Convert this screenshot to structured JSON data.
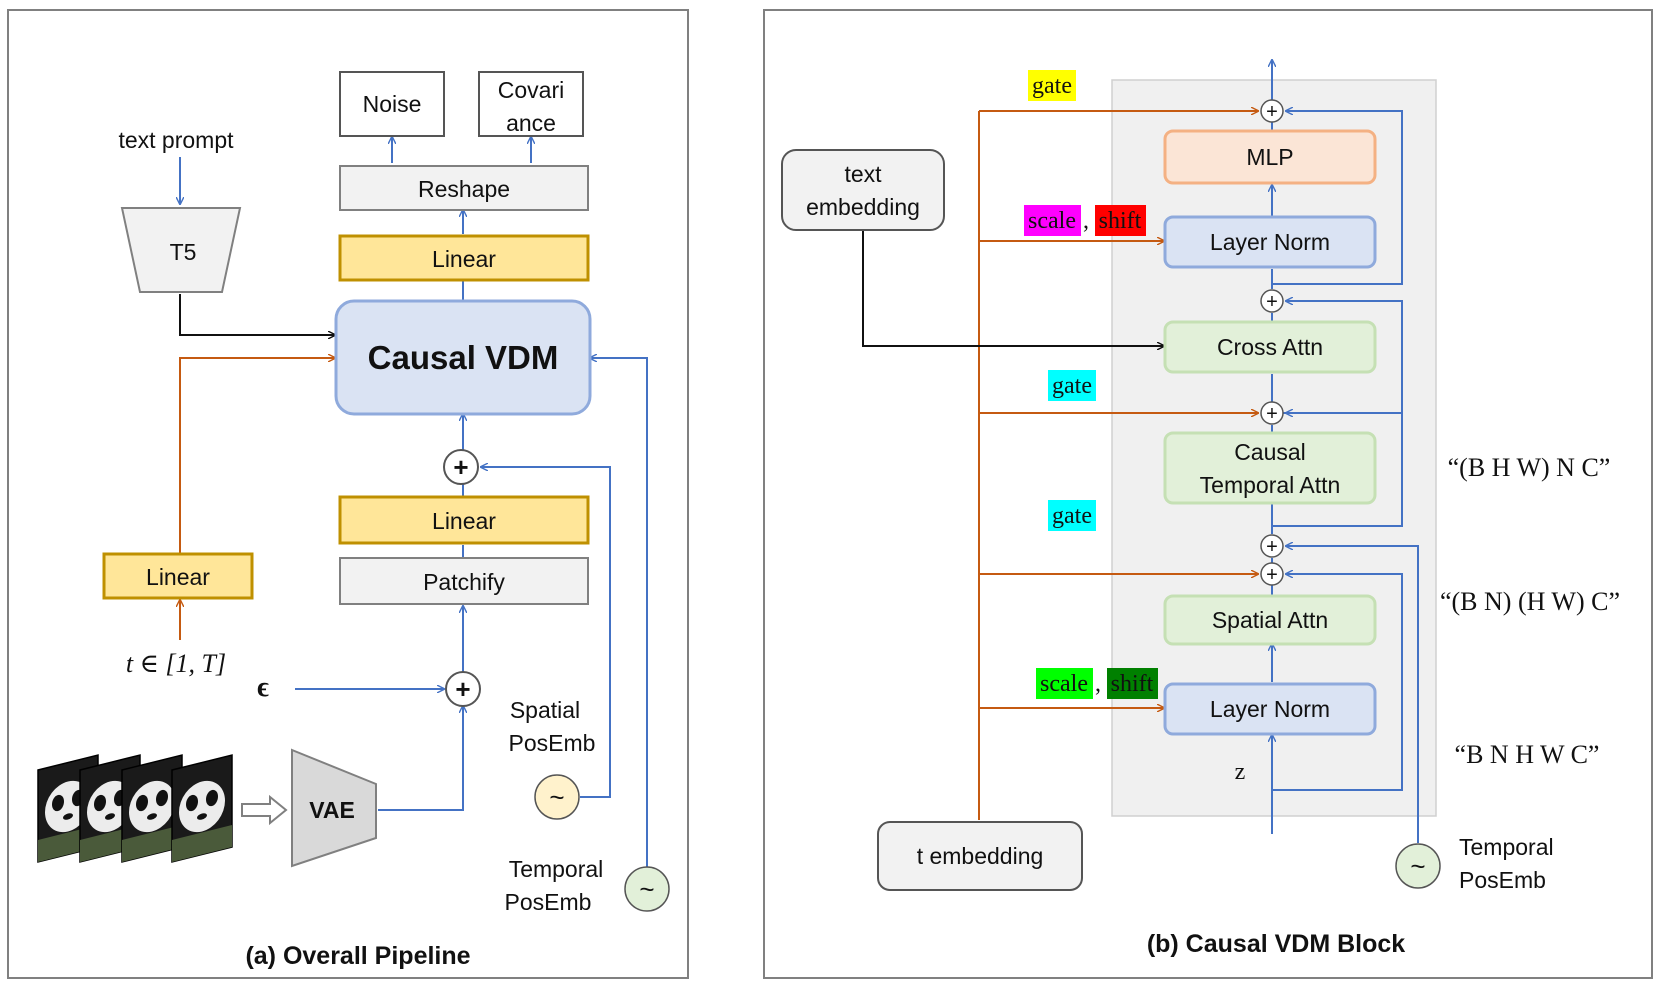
{
  "panel_a": {
    "caption": "(a) Overall Pipeline",
    "text_prompt": "text prompt",
    "t5": "T5",
    "noise": "Noise",
    "covariance_line1": "Covari",
    "covariance_line2": "ance",
    "reshape": "Reshape",
    "linear_top": "Linear",
    "causal_vdm": "Causal VDM",
    "linear_mid": "Linear",
    "patchify": "Patchify",
    "linear_left": "Linear",
    "t_range": "t ∈ [1, T]",
    "epsilon": "ϵ",
    "vae": "VAE",
    "spatial_posemb_line1": "Spatial",
    "spatial_posemb_line2": "PosEmb",
    "temporal_posemb_line1": "Temporal",
    "temporal_posemb_line2": "PosEmb",
    "plus": "+",
    "tilde": "~",
    "colors": {
      "orange_arrow": "#c55a11",
      "blue_arrow": "#4472c4",
      "linear_fill": "#ffe699",
      "linear_border": "#bf9000",
      "vdm_fill": "#dae3f3",
      "vdm_border": "#8faadc"
    }
  },
  "panel_b": {
    "caption": "(b) Causal VDM Block",
    "text_embedding_line1": "text",
    "text_embedding_line2": "embedding",
    "t_embedding": "t embedding",
    "gate_top": "gate",
    "scale_1": "scale",
    "comma_1": ",",
    "shift_1": "shift",
    "mlp": "MLP",
    "layer_norm_top": "Layer Norm",
    "cross_attn": "Cross Attn",
    "gate_mid": "gate",
    "causal_temporal_line1": "Causal",
    "causal_temporal_line2": "Temporal Attn",
    "gate_low": "gate",
    "spatial_attn": "Spatial Attn",
    "scale_2": "scale",
    "comma_2": ",",
    "shift_2": "shift",
    "layer_norm_bottom": "Layer Norm",
    "z": "z",
    "shape_temporal": "“(B H W) N C”",
    "shape_spatial": "“(B N) (H W) C”",
    "shape_input": "“B N H W C”",
    "temporal_posemb_line1": "Temporal",
    "temporal_posemb_line2": "PosEmb",
    "plus": "+",
    "tilde": "~",
    "colors": {
      "gate_top": "#ffff00",
      "gate_mid": "#00ffff",
      "scale_1": "#ff00ff",
      "shift_1": "#ff0000",
      "scale_2": "#00ff00",
      "shift_2": "#008000"
    }
  }
}
